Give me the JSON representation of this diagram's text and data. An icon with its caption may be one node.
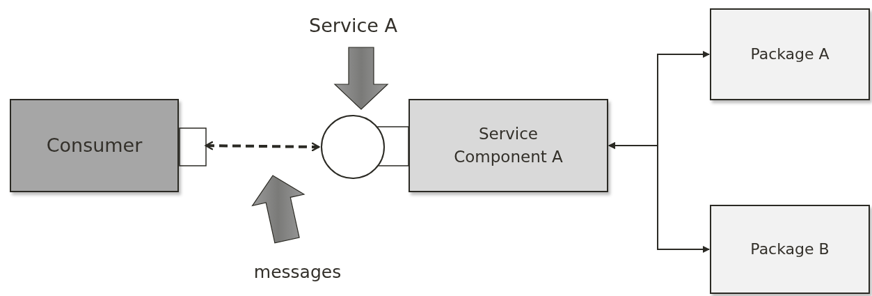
{
  "diagram": {
    "nodes": [
      {
        "text": [
          "Consumer"
        ]
      },
      {
        "text": [],
        "shape": "circle"
      },
      {
        "text": [
          "Service Component A"
        ]
      },
      {
        "text": [
          "Package A"
        ]
      },
      {
        "text": [
          "Package B"
        ]
      },
      {
        "text": [
          "Service A"
        ]
      },
      {
        "text": [
          "messages"
        ]
      }
    ],
    "edges": [
      {
        "from": 0,
        "to": 1,
        "arrow": "both",
        "style": "dashed"
      },
      {
        "from": 1,
        "to": 2,
        "arrow": "none"
      },
      {
        "from": 2,
        "to": 3,
        "arrow": "both"
      },
      {
        "from": 2,
        "to": 4,
        "arrow": "both"
      },
      {
        "from": 5,
        "to": 1,
        "arrow": "to",
        "style": "thick"
      },
      {
        "from": 6,
        "to": null,
        "arrow": "to",
        "style": "thick"
      }
    ]
  }
}
